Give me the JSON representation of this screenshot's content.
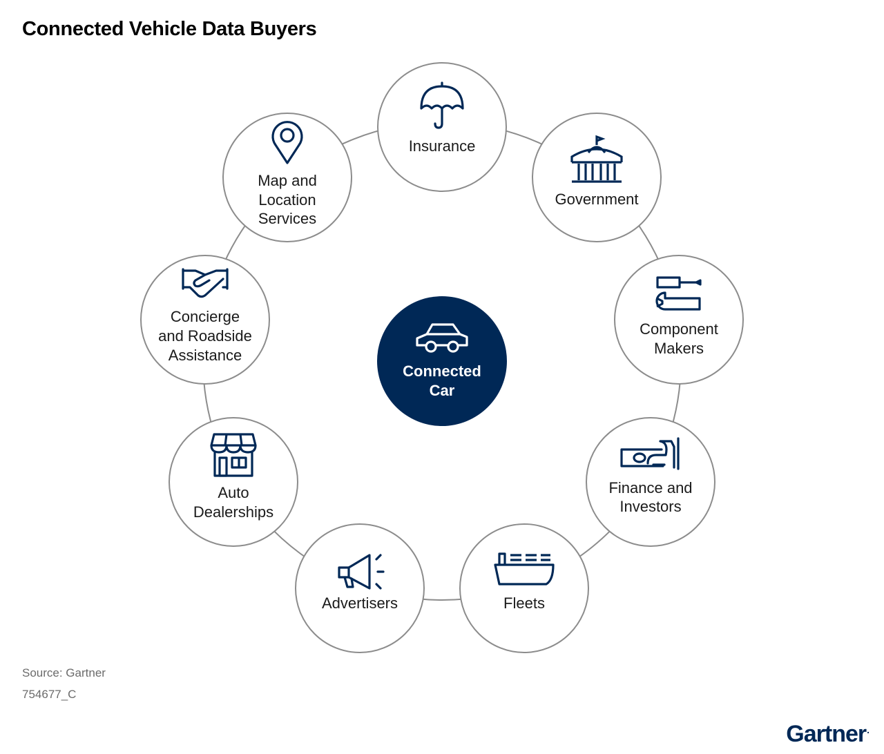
{
  "title": "Connected Vehicle Data Buyers",
  "center": {
    "lines": [
      "Connected",
      "Car"
    ],
    "icon": "car-icon"
  },
  "nodes": [
    {
      "id": "insurance",
      "lines": [
        "Insurance"
      ],
      "icon": "umbrella-icon"
    },
    {
      "id": "government",
      "lines": [
        "Government"
      ],
      "icon": "government-building-icon"
    },
    {
      "id": "component-makers",
      "lines": [
        "Component",
        "Makers"
      ],
      "icon": "tools-icon"
    },
    {
      "id": "finance-investors",
      "lines": [
        "Finance and",
        "Investors"
      ],
      "icon": "money-hand-icon"
    },
    {
      "id": "fleets",
      "lines": [
        "Fleets"
      ],
      "icon": "ship-icon"
    },
    {
      "id": "advertisers",
      "lines": [
        "Advertisers"
      ],
      "icon": "megaphone-icon"
    },
    {
      "id": "auto-dealerships",
      "lines": [
        "Auto",
        "Dealerships"
      ],
      "icon": "storefront-icon"
    },
    {
      "id": "concierge-roadside",
      "lines": [
        "Concierge",
        "and Roadside",
        "Assistance"
      ],
      "icon": "handshake-icon"
    },
    {
      "id": "map-location",
      "lines": [
        "Map and",
        "Location",
        "Services"
      ],
      "icon": "location-pin-icon"
    }
  ],
  "source": "Source: Gartner",
  "code": "754677_C",
  "brand": {
    "name": "Gartner",
    "mark": "."
  },
  "colors": {
    "navy": "#002856",
    "ring": "#8c8c8c",
    "text": "#1a1a1a",
    "muted": "#6b6b6b"
  }
}
